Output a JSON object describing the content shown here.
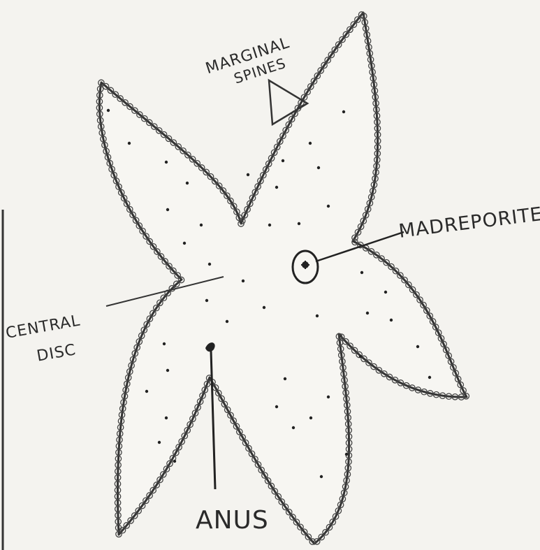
{
  "diagram": {
    "labels": {
      "marginal_spines": [
        "MARGINAL",
        "SPINES"
      ],
      "madreporite": "MADREPORITE",
      "central_disc": [
        "CENTRAL",
        "DISC"
      ],
      "anus": "ANUS"
    },
    "colors": {
      "paper": "#f4f3ef",
      "ink": "#2a2a2a",
      "body_fill": "#f7f6f2"
    }
  }
}
